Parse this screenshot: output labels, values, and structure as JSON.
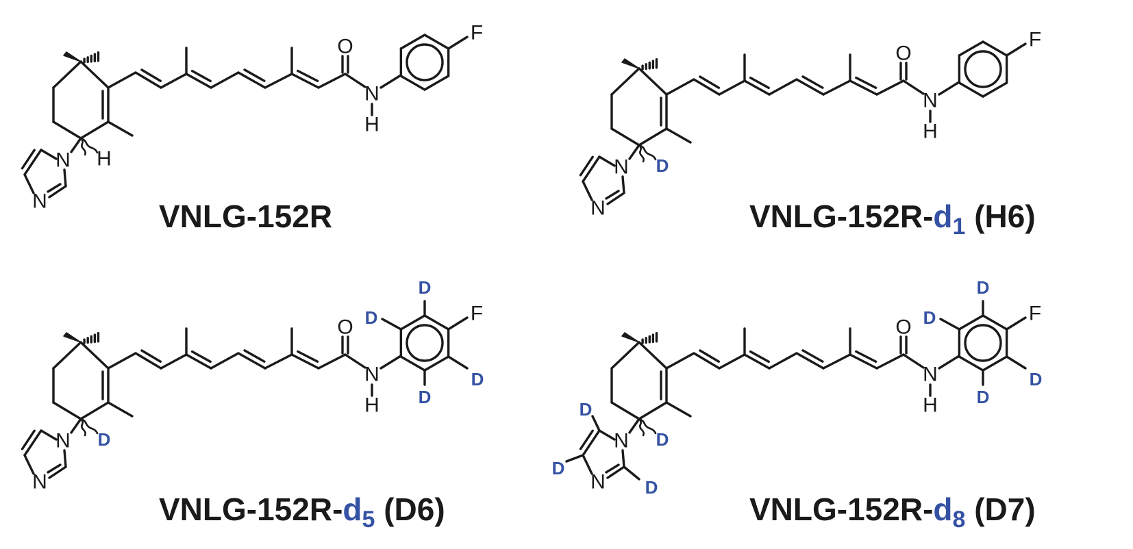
{
  "colors": {
    "bond": "#1a1a1a",
    "isotope_label": "#3452a4",
    "background": "#ffffff"
  },
  "atoms": {
    "oxygen": "O",
    "nitrogen": "N",
    "hydrogen": "H",
    "fluorine": "F",
    "deuterium": "D"
  },
  "compounds": [
    {
      "title": {
        "main": "VNLG-152R",
        "iso": "",
        "sub": "",
        "suffix": ""
      },
      "stereo_label": "H",
      "stereo_deuterated": false,
      "imidazole_deuterated": false,
      "phenyl_deuterated": false
    },
    {
      "title": {
        "main": "VNLG-152R-",
        "iso": "d",
        "sub": "1",
        "suffix": " (H6)"
      },
      "stereo_label": "D",
      "stereo_deuterated": true,
      "imidazole_deuterated": false,
      "phenyl_deuterated": false
    },
    {
      "title": {
        "main": "VNLG-152R-",
        "iso": "d",
        "sub": "5",
        "suffix": " (D6)"
      },
      "stereo_label": "D",
      "stereo_deuterated": true,
      "imidazole_deuterated": false,
      "phenyl_deuterated": true
    },
    {
      "title": {
        "main": "VNLG-152R-",
        "iso": "d",
        "sub": "8",
        "suffix": " (D7)"
      },
      "stereo_label": "D",
      "stereo_deuterated": true,
      "imidazole_deuterated": true,
      "phenyl_deuterated": true
    }
  ]
}
